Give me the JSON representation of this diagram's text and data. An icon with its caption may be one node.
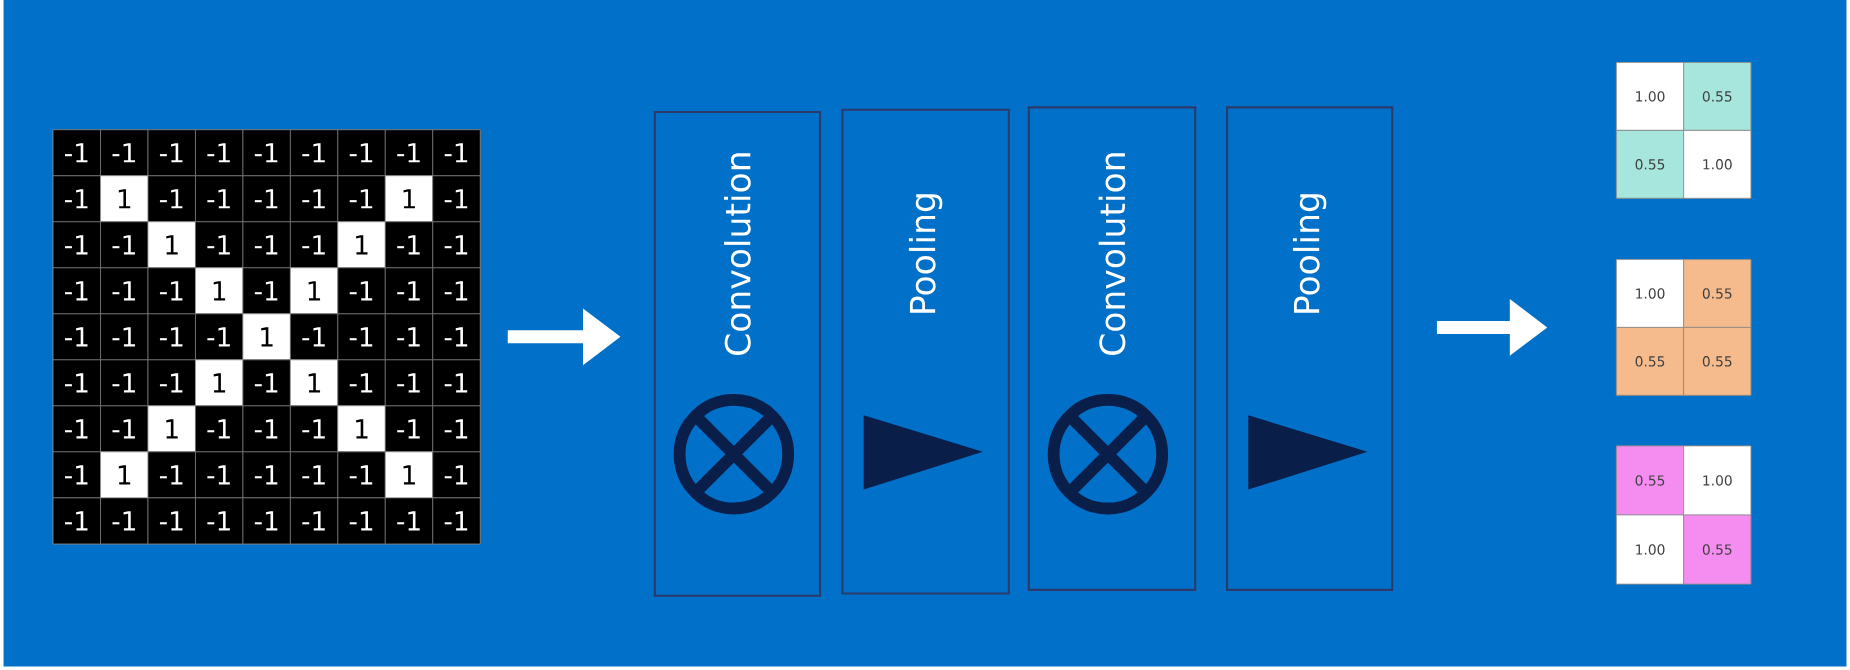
{
  "diagram": {
    "nodes": [
      {
        "text": [],
        "shape": "box"
      },
      {
        "text": [
          "Convolution"
        ]
      },
      {
        "text": [
          "Pooling"
        ]
      },
      {
        "text": [
          "Convolution"
        ]
      },
      {
        "text": [
          "Pooling"
        ]
      },
      {
        "text": [],
        "shape": "box"
      },
      {
        "text": [],
        "shape": "box"
      },
      {
        "text": [],
        "shape": "box"
      }
    ],
    "edges": [
      {
        "from": 0,
        "to": 1,
        "arrow": "to"
      },
      {
        "from": 4,
        "to": 6,
        "arrow": "to"
      }
    ],
    "labels": [
      "-1",
      "-1",
      "-1",
      "-1",
      "-1",
      "-1",
      "-1",
      "-1",
      "-1",
      "-1",
      "1",
      "-1",
      "-1",
      "-1",
      "-1",
      "-1",
      "1",
      "-1",
      "-1",
      "-1",
      "1",
      "-1",
      "-1",
      "-1",
      "1",
      "-1",
      "-1",
      "-1",
      "-1",
      "-1",
      "1",
      "-1",
      "1",
      "-1",
      "-1",
      "-1",
      "-1",
      "-1",
      "-1",
      "-1",
      "1",
      "-1",
      "-1",
      "-1",
      "-1",
      "-1",
      "-1",
      "-1",
      "1",
      "-1",
      "1",
      "-1",
      "-1",
      "-1",
      "-1",
      "-1",
      "1",
      "-1",
      "-1",
      "-1",
      "1",
      "-1",
      "-1",
      "-1",
      "1",
      "-1",
      "-1",
      "-1",
      "-1",
      "-1",
      "1",
      "-1",
      "-1",
      "-1",
      "-1",
      "-1",
      "-1",
      "-1",
      "-1",
      "-1",
      "-1",
      "1.00",
      "0.55",
      "0.55",
      "1.00",
      "1.00",
      "0.55",
      "0.55",
      "0.55",
      "0.55",
      "1.00",
      "1.00",
      "0.55"
    ]
  }
}
